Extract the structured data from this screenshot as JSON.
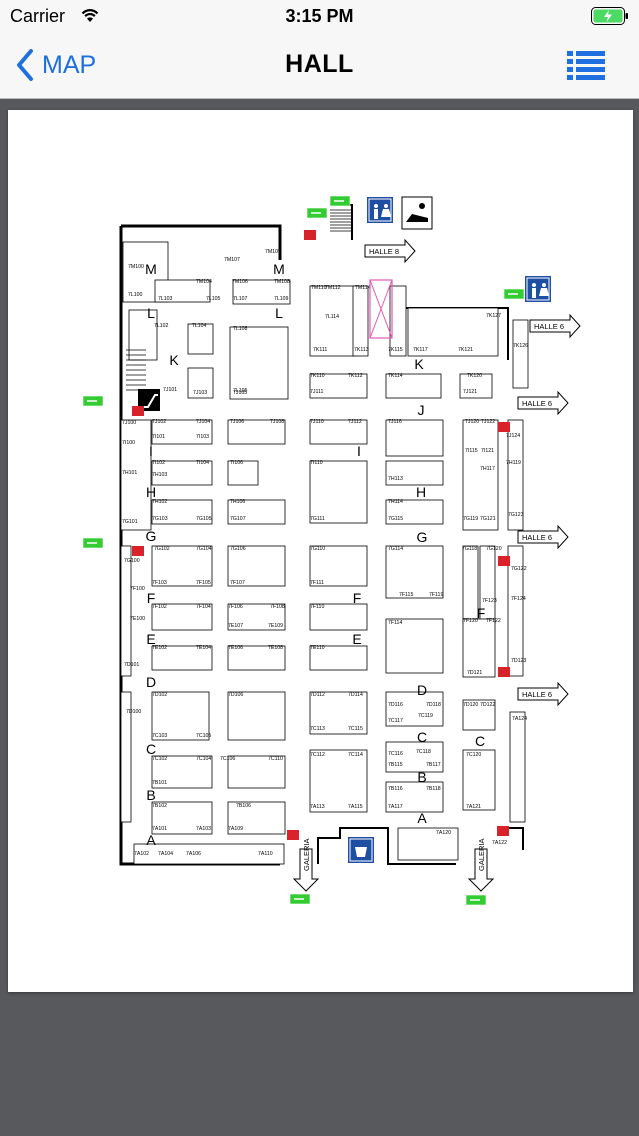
{
  "status_bar": {
    "carrier": "Carrier",
    "time": "3:15 PM"
  },
  "nav": {
    "back_label": "MAP",
    "title": "HALL"
  },
  "colors": {
    "accent": "#1e6fe0",
    "exit_green": "#33cc33",
    "fire_red": "#d9232a",
    "service_blue": "#1f4fa3",
    "background": "#58595c"
  },
  "map": {
    "row_letters": [
      "M",
      "M",
      "L",
      "L",
      "K",
      "K",
      "J",
      "I",
      "I",
      "H",
      "H",
      "G",
      "G",
      "F",
      "F",
      "F",
      "E",
      "E",
      "D",
      "D",
      "C",
      "C",
      "C",
      "B",
      "B",
      "A",
      "A"
    ],
    "direction_labels": [
      "HALLE 8",
      "HALLE 6",
      "HALLE 6",
      "HALLE 6",
      "HALLE 6",
      "GALERIA",
      "GALERIA"
    ],
    "icons": [
      "restroom-icon",
      "baby-changing-icon",
      "restroom-icon",
      "escalator-icon",
      "cafe-icon",
      "emergency-exit-icon",
      "fire-extinguisher-icon"
    ],
    "booths": [
      "7M100",
      "7M104",
      "7M106",
      "7M107",
      "7M108",
      "7M109",
      "7L100",
      "7L102",
      "7L103",
      "7L104",
      "7L105",
      "7L107",
      "7L108",
      "7L109",
      "7L105",
      "7M110",
      "7M112",
      "7M114",
      "7L114",
      "7K111",
      "7K113",
      "7K115",
      "7K117",
      "7K121",
      "7K126",
      "7K127",
      "7J101",
      "7J103",
      "7J105",
      "7K110",
      "7K112",
      "7K114",
      "7K120",
      "7J111",
      "7J121",
      "7J100",
      "7J102",
      "7J104",
      "7J106",
      "7J108",
      "7J110",
      "7J112",
      "7J116",
      "7J120",
      "7J122",
      "7J124",
      "7I101",
      "7I103",
      "7I100",
      "7I102",
      "7I104",
      "7I106",
      "7I110",
      "7I115",
      "7I121",
      "7H101",
      "7H103",
      "7H113",
      "7H117",
      "7H119",
      "7H102",
      "7H106",
      "7H114",
      "7G101",
      "7G103",
      "7G105",
      "7G107",
      "7G111",
      "7G115",
      "7G119",
      "7G121",
      "7G123",
      "7G100",
      "7G102",
      "7G104",
      "7G106",
      "7G110",
      "7G114",
      "7G118",
      "7G120",
      "7G122",
      "7F103",
      "7F105",
      "7F107",
      "7F111",
      "7F115",
      "7F119",
      "7F123",
      "7F100",
      "7F102",
      "7F104",
      "7F106",
      "7F108",
      "7F110",
      "7F114",
      "7F120",
      "7F122",
      "7F124",
      "7E100",
      "7E107",
      "7E109",
      "7D101",
      "7E102",
      "7E104",
      "7E106",
      "7E108",
      "7E110",
      "7D121",
      "7D123",
      "7D100",
      "7D102",
      "7D106",
      "7D112",
      "7D114",
      "7D116",
      "7D118",
      "7D120",
      "7D122",
      "7A124",
      "7C103",
      "7C105",
      "7C113",
      "7C115",
      "7C117",
      "7C119",
      "7C102",
      "7C104",
      "7C106",
      "7C110",
      "7C112",
      "7C114",
      "7C116",
      "7C118",
      "7C120",
      "7B101",
      "7B115",
      "7B117",
      "7B116",
      "7B118",
      "7B102",
      "7B106",
      "7A101",
      "7A103",
      "7A109",
      "7A113",
      "7A115",
      "7A117",
      "7A121",
      "7A102",
      "7A104",
      "7A106",
      "7A110",
      "7A120",
      "7A122"
    ]
  }
}
